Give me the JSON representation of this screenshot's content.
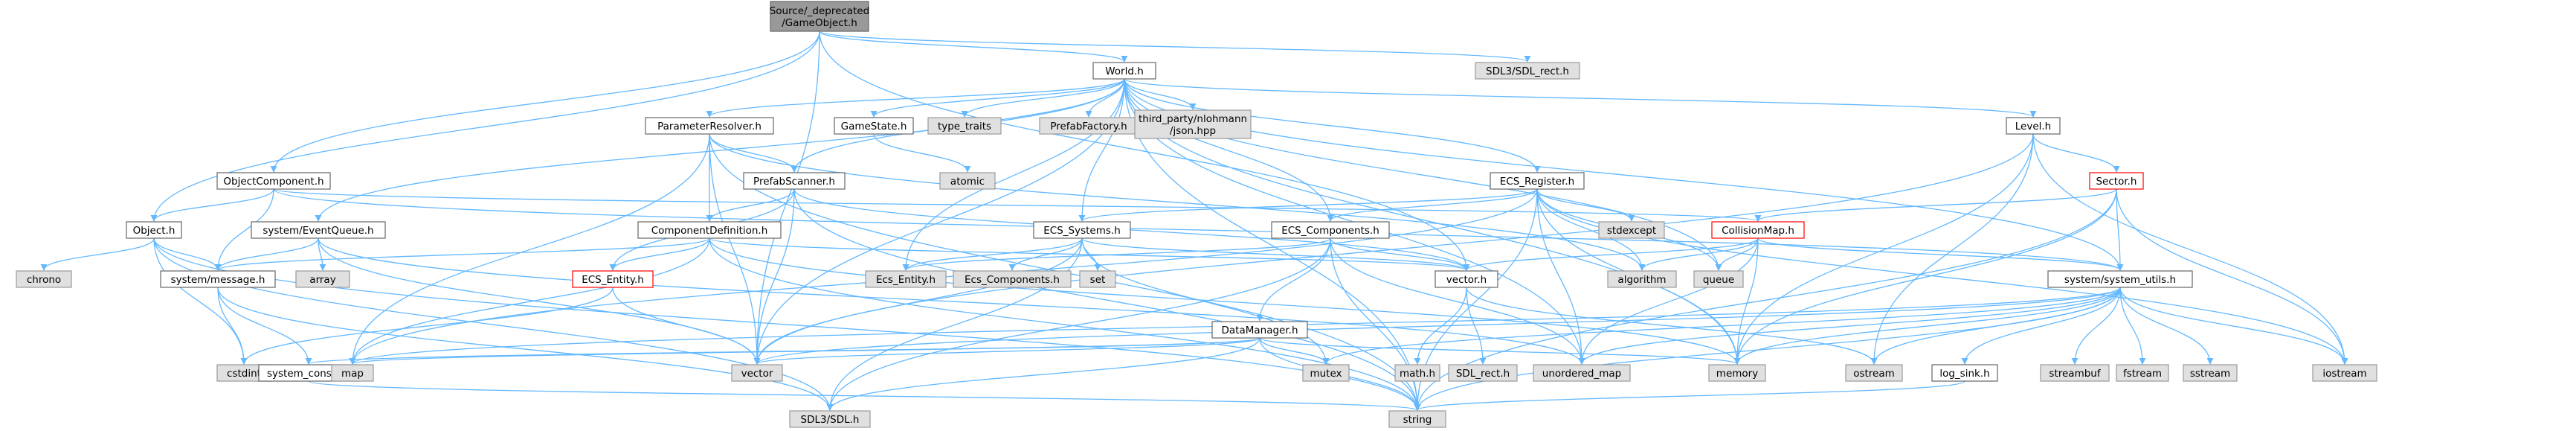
{
  "diagram_title": "Include dependency graph for GameObject.h",
  "colors": {
    "edge": "#63b8ff",
    "node_fill_doc": "#ffffff",
    "node_stroke_doc": "#666666",
    "node_fill_ext": "#e0e0e0",
    "node_stroke_ext": "#999999",
    "node_fill_root": "#999999",
    "node_stroke_root": "#666666",
    "node_stroke_trunc": "#ff0000",
    "text": "#000000"
  },
  "nodes": {
    "root": {
      "lines": [
        "Source/_deprecated",
        "/GameObject.h"
      ],
      "kind": "root"
    },
    "world": {
      "lines": [
        "World.h"
      ],
      "kind": "doc"
    },
    "sdlrect3": {
      "lines": [
        "SDL3/SDL_rect.h"
      ],
      "kind": "ext"
    },
    "paramresolver": {
      "lines": [
        "ParameterResolver.h"
      ],
      "kind": "doc"
    },
    "gamestate": {
      "lines": [
        "GameState.h"
      ],
      "kind": "doc"
    },
    "typetraits": {
      "lines": [
        "type_traits"
      ],
      "kind": "ext"
    },
    "prefabfactory": {
      "lines": [
        "PrefabFactory.h"
      ],
      "kind": "ext"
    },
    "json": {
      "lines": [
        "third_party/nlohmann",
        "/json.hpp"
      ],
      "kind": "ext"
    },
    "level": {
      "lines": [
        "Level.h"
      ],
      "kind": "doc"
    },
    "objcomponent": {
      "lines": [
        "ObjectComponent.h"
      ],
      "kind": "doc"
    },
    "prefabscanner": {
      "lines": [
        "PrefabScanner.h"
      ],
      "kind": "doc"
    },
    "atomic": {
      "lines": [
        "atomic"
      ],
      "kind": "ext"
    },
    "ecsregister": {
      "lines": [
        "ECS_Register.h"
      ],
      "kind": "doc"
    },
    "sector": {
      "lines": [
        "Sector.h"
      ],
      "kind": "trunc"
    },
    "object": {
      "lines": [
        "Object.h"
      ],
      "kind": "doc"
    },
    "eventqueue": {
      "lines": [
        "system/EventQueue.h"
      ],
      "kind": "doc"
    },
    "compdef": {
      "lines": [
        "ComponentDefinition.h"
      ],
      "kind": "doc"
    },
    "ecssystems": {
      "lines": [
        "ECS_Systems.h"
      ],
      "kind": "doc"
    },
    "ecscomponents": {
      "lines": [
        "ECS_Components.h"
      ],
      "kind": "doc"
    },
    "stdexcept": {
      "lines": [
        "stdexcept"
      ],
      "kind": "ext"
    },
    "collisionmap": {
      "lines": [
        "CollisionMap.h"
      ],
      "kind": "trunc"
    },
    "chrono": {
      "lines": [
        "chrono"
      ],
      "kind": "ext"
    },
    "message": {
      "lines": [
        "system/message.h"
      ],
      "kind": "doc"
    },
    "array": {
      "lines": [
        "array"
      ],
      "kind": "ext"
    },
    "ecsentity_red": {
      "lines": [
        "ECS_Entity.h"
      ],
      "kind": "trunc"
    },
    "ecsentity_grey": {
      "lines": [
        "Ecs_Entity.h"
      ],
      "kind": "ext"
    },
    "ecscomponents_grey": {
      "lines": [
        "Ecs_Components.h"
      ],
      "kind": "ext"
    },
    "set": {
      "lines": [
        "set"
      ],
      "kind": "ext"
    },
    "vectorh": {
      "lines": [
        "vector.h"
      ],
      "kind": "doc"
    },
    "algorithm": {
      "lines": [
        "algorithm"
      ],
      "kind": "ext"
    },
    "queue": {
      "lines": [
        "queue"
      ],
      "kind": "ext"
    },
    "sysutils": {
      "lines": [
        "system/system_utils.h"
      ],
      "kind": "doc"
    },
    "datamanager": {
      "lines": [
        "DataManager.h"
      ],
      "kind": "doc"
    },
    "cstdint": {
      "lines": [
        "cstdint"
      ],
      "kind": "ext"
    },
    "sysconsts": {
      "lines": [
        "system_consts.h"
      ],
      "kind": "doc"
    },
    "map": {
      "lines": [
        "map"
      ],
      "kind": "ext"
    },
    "vector": {
      "lines": [
        "vector"
      ],
      "kind": "ext"
    },
    "mutex": {
      "lines": [
        "mutex"
      ],
      "kind": "ext"
    },
    "unorderedmap": {
      "lines": [
        "unordered_map"
      ],
      "kind": "ext"
    },
    "memory": {
      "lines": [
        "memory"
      ],
      "kind": "ext"
    },
    "ostream": {
      "lines": [
        "ostream"
      ],
      "kind": "ext"
    },
    "mathh": {
      "lines": [
        "math.h"
      ],
      "kind": "ext"
    },
    "sdlrect": {
      "lines": [
        "SDL_rect.h"
      ],
      "kind": "ext"
    },
    "logsink": {
      "lines": [
        "log_sink.h"
      ],
      "kind": "doc"
    },
    "streambuf": {
      "lines": [
        "streambuf"
      ],
      "kind": "ext"
    },
    "fstream": {
      "lines": [
        "fstream"
      ],
      "kind": "ext"
    },
    "sstream": {
      "lines": [
        "sstream"
      ],
      "kind": "ext"
    },
    "iostream": {
      "lines": [
        "iostream"
      ],
      "kind": "ext"
    },
    "sdlh": {
      "lines": [
        "SDL3/SDL.h"
      ],
      "kind": "ext"
    },
    "string": {
      "lines": [
        "string"
      ],
      "kind": "ext"
    }
  },
  "edges": [
    [
      "root",
      "world"
    ],
    [
      "root",
      "sdlrect3"
    ],
    [
      "root",
      "objcomponent"
    ],
    [
      "root",
      "object"
    ],
    [
      "root",
      "vectorh"
    ],
    [
      "root",
      "vector"
    ],
    [
      "world",
      "paramresolver"
    ],
    [
      "world",
      "gamestate"
    ],
    [
      "world",
      "typetraits"
    ],
    [
      "world",
      "prefabfactory"
    ],
    [
      "world",
      "json"
    ],
    [
      "world",
      "level"
    ],
    [
      "world",
      "prefabscanner"
    ],
    [
      "world",
      "ecsregister"
    ],
    [
      "world",
      "eventqueue"
    ],
    [
      "world",
      "ecssystems"
    ],
    [
      "world",
      "ecscomponents"
    ],
    [
      "world",
      "ecsentity_grey"
    ],
    [
      "world",
      "sysutils"
    ],
    [
      "world",
      "queue"
    ],
    [
      "world",
      "memory"
    ],
    [
      "world",
      "unorderedmap"
    ],
    [
      "world",
      "vector"
    ],
    [
      "world",
      "string"
    ],
    [
      "paramresolver",
      "prefabscanner"
    ],
    [
      "paramresolver",
      "compdef"
    ],
    [
      "paramresolver",
      "map"
    ],
    [
      "paramresolver",
      "string"
    ],
    [
      "paramresolver",
      "vector"
    ],
    [
      "paramresolver",
      "algorithm"
    ],
    [
      "gamestate",
      "atomic"
    ],
    [
      "level",
      "sector"
    ],
    [
      "level",
      "vector"
    ],
    [
      "level",
      "memory"
    ],
    [
      "level",
      "iostream"
    ],
    [
      "level",
      "ostream"
    ],
    [
      "objcomponent",
      "object"
    ],
    [
      "objcomponent",
      "message"
    ],
    [
      "objcomponent",
      "collisionmap"
    ],
    [
      "objcomponent",
      "sysutils"
    ],
    [
      "prefabscanner",
      "compdef"
    ],
    [
      "prefabscanner",
      "vector"
    ],
    [
      "prefabscanner",
      "string"
    ],
    [
      "prefabscanner",
      "vectorh"
    ],
    [
      "prefabscanner",
      "ecsentity_red"
    ],
    [
      "ecsregister",
      "ecssystems"
    ],
    [
      "ecsregister",
      "ecscomponents"
    ],
    [
      "ecsregister",
      "stdexcept"
    ],
    [
      "ecsregister",
      "algorithm"
    ],
    [
      "ecsregister",
      "queue"
    ],
    [
      "ecsregister",
      "memory"
    ],
    [
      "ecsregister",
      "unorderedmap"
    ],
    [
      "ecsregister",
      "string"
    ],
    [
      "ecsregister",
      "iostream"
    ],
    [
      "ecsregister",
      "map"
    ],
    [
      "sector",
      "collisionmap"
    ],
    [
      "sector",
      "sysutils"
    ],
    [
      "sector",
      "iostream"
    ],
    [
      "sector",
      "string"
    ],
    [
      "sector",
      "memory"
    ],
    [
      "object",
      "chrono"
    ],
    [
      "object",
      "message"
    ],
    [
      "object",
      "cstdint"
    ],
    [
      "object",
      "string"
    ],
    [
      "object",
      "sdlh"
    ],
    [
      "eventqueue",
      "message"
    ],
    [
      "eventqueue",
      "array"
    ],
    [
      "eventqueue",
      "vector"
    ],
    [
      "eventqueue",
      "unorderedmap"
    ],
    [
      "compdef",
      "ecsentity_red"
    ],
    [
      "compdef",
      "map"
    ],
    [
      "compdef",
      "string"
    ],
    [
      "compdef",
      "vectorh"
    ],
    [
      "compdef",
      "message"
    ],
    [
      "compdef",
      "memory"
    ],
    [
      "ecssystems",
      "ecsentity_grey"
    ],
    [
      "ecssystems",
      "ecscomponents_grey"
    ],
    [
      "ecssystems",
      "set"
    ],
    [
      "ecssystems",
      "vector"
    ],
    [
      "ecssystems",
      "vectorh"
    ],
    [
      "ecssystems",
      "mutex"
    ],
    [
      "ecssystems",
      "sdlh"
    ],
    [
      "ecscomponents",
      "datamanager"
    ],
    [
      "ecscomponents",
      "vectorh"
    ],
    [
      "ecscomponents",
      "ecsentity_grey"
    ],
    [
      "ecscomponents",
      "sdlh"
    ],
    [
      "ecscomponents",
      "unorderedmap"
    ],
    [
      "ecscomponents",
      "string"
    ],
    [
      "collisionmap",
      "vectorh"
    ],
    [
      "collisionmap",
      "algorithm"
    ],
    [
      "collisionmap",
      "queue"
    ],
    [
      "collisionmap",
      "memory"
    ],
    [
      "collisionmap",
      "sysutils"
    ],
    [
      "collisionmap",
      "unorderedmap"
    ],
    [
      "message",
      "cstdint"
    ],
    [
      "message",
      "sysconsts"
    ],
    [
      "message",
      "sdlh"
    ],
    [
      "ecsentity_red",
      "vector"
    ],
    [
      "ecsentity_red",
      "cstdint"
    ],
    [
      "vectorh",
      "mathh"
    ],
    [
      "vectorh",
      "sdlrect"
    ],
    [
      "vectorh",
      "ostream"
    ],
    [
      "sysutils",
      "vector"
    ],
    [
      "sysutils",
      "mutex"
    ],
    [
      "sysutils",
      "unorderedmap"
    ],
    [
      "sysutils",
      "memory"
    ],
    [
      "sysutils",
      "ostream"
    ],
    [
      "sysutils",
      "logsink"
    ],
    [
      "sysutils",
      "streambuf"
    ],
    [
      "sysutils",
      "fstream"
    ],
    [
      "sysutils",
      "sstream"
    ],
    [
      "sysutils",
      "iostream"
    ],
    [
      "sysutils",
      "string"
    ],
    [
      "sysutils",
      "map"
    ],
    [
      "datamanager",
      "map"
    ],
    [
      "datamanager",
      "mutex"
    ],
    [
      "datamanager",
      "string"
    ],
    [
      "datamanager",
      "vector"
    ],
    [
      "datamanager",
      "sysconsts"
    ],
    [
      "datamanager",
      "sdlh"
    ],
    [
      "datamanager",
      "memory"
    ],
    [
      "sysconsts",
      "string"
    ],
    [
      "logsink",
      "string"
    ]
  ]
}
